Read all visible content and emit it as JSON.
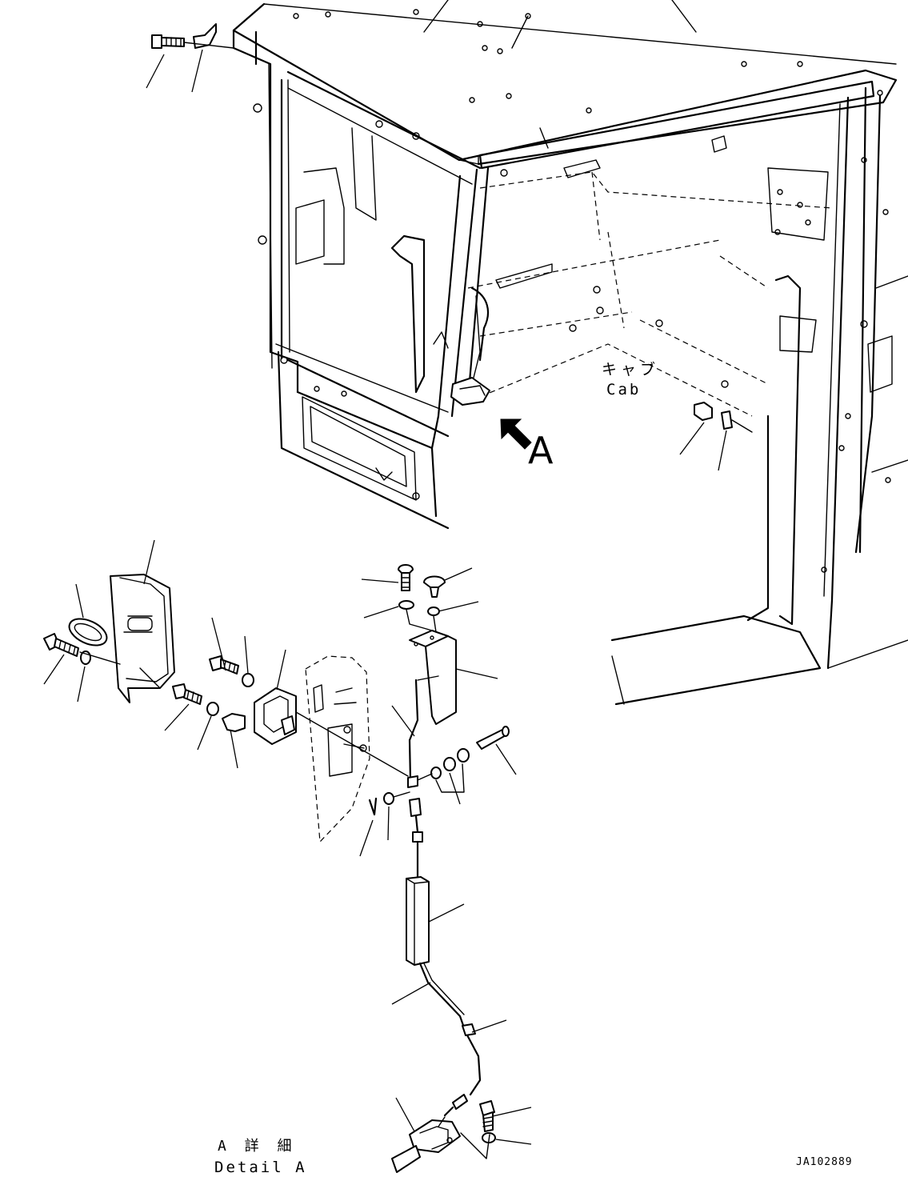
{
  "labels": {
    "cab_jp": "キャブ",
    "cab_en": "Cab",
    "view_marker": "A",
    "detail_jp": "A 詳 細",
    "detail_en": "Detail A",
    "drawing_code": "JA102889"
  },
  "icons": {
    "view_arrow": "view-direction-arrow"
  },
  "colors": {
    "line": "#000000",
    "background": "#ffffff"
  }
}
